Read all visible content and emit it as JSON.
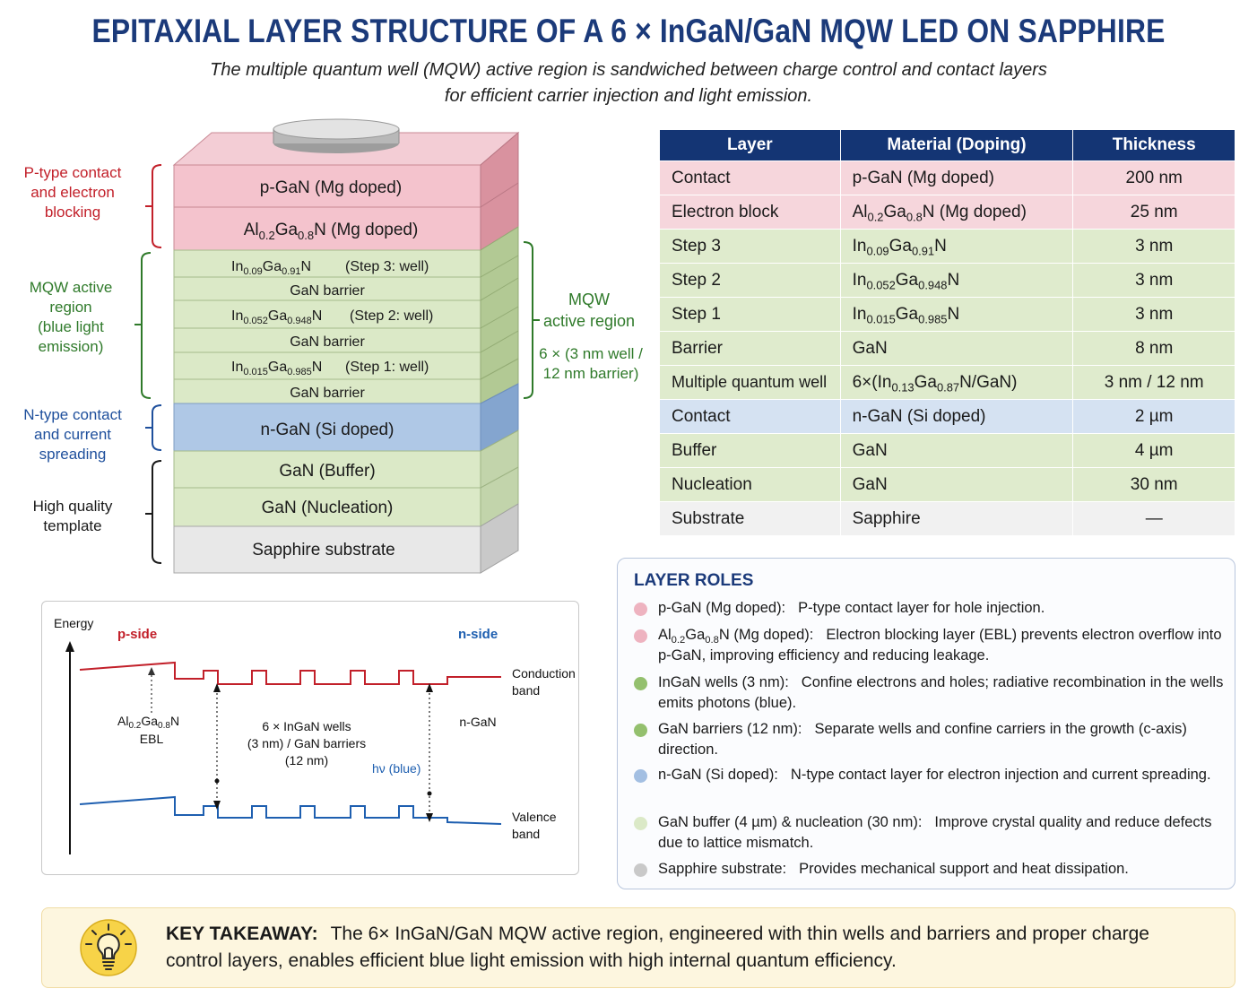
{
  "title": "EPITAXIAL LAYER STRUCTURE OF A 6 × InGaN/GaN MQW LED ON SAPPHIRE",
  "subtitle_line1": "The multiple quantum well (MQW) active region is sandwiched between charge control and contact layers",
  "subtitle_line2": "for efficient carrier injection and light emission.",
  "colors": {
    "pink": "#f4c3cd",
    "green": "#dbe9c7",
    "blue": "#afc8e6",
    "gray": "#e8e8e8",
    "header_navy": "#143574",
    "title_navy": "#1b3a7a"
  },
  "stack": {
    "layers": [
      {
        "key": "pgan",
        "label": "p-GaN (Mg doped)"
      },
      {
        "key": "algan",
        "pre": "Al",
        "s1": "0.2",
        "mid": "Ga",
        "s2": "0.8",
        "post": "N (Mg doped)"
      },
      {
        "key": "w3",
        "pre": "In",
        "s1": "0.09",
        "mid": "Ga",
        "s2": "0.91",
        "post": "N",
        "note": "(Step 3: well)"
      },
      {
        "key": "b3",
        "label": "GaN barrier"
      },
      {
        "key": "w2",
        "pre": "In",
        "s1": "0.052",
        "mid": "Ga",
        "s2": "0.948",
        "post": "N",
        "note": "(Step 2: well)"
      },
      {
        "key": "b2",
        "label": "GaN barrier"
      },
      {
        "key": "w1",
        "pre": "In",
        "s1": "0.015",
        "mid": "Ga",
        "s2": "0.985",
        "post": "N",
        "note": "(Step 1: well)"
      },
      {
        "key": "b1",
        "label": "GaN barrier"
      },
      {
        "key": "ngan",
        "label": "n-GaN (Si doped)"
      },
      {
        "key": "buffer",
        "label": "GaN (Buffer)"
      },
      {
        "key": "nucleation",
        "label": "GaN (Nucleation)"
      },
      {
        "key": "sapphire",
        "label": "Sapphire substrate"
      }
    ],
    "left_labels": {
      "ptype": "P-type contact\nand electron\nblocking",
      "mqw": "MQW active\nregion\n(blue light\nemission)",
      "ntype": "N-type contact\nand current\nspreading",
      "template": "High quality\ntemplate"
    },
    "right_label_title": "MQW\nactive region",
    "right_label_detail": "6 × (3 nm well /\n12 nm barrier)"
  },
  "table": {
    "headers": [
      "Layer",
      "Material (Doping)",
      "Thickness"
    ],
    "rows": [
      {
        "tone": "pink",
        "layer": "Contact",
        "material": "p-GaN (Mg doped)",
        "thickness": "200 nm"
      },
      {
        "tone": "pink",
        "layer": "Electron block",
        "m_pre": "Al",
        "m_s1": "0.2",
        "m_mid": "Ga",
        "m_s2": "0.8",
        "m_post": "N (Mg doped)",
        "thickness": "25 nm"
      },
      {
        "tone": "green",
        "layer": "Step 3",
        "m_pre": "In",
        "m_s1": "0.09",
        "m_mid": "Ga",
        "m_s2": "0.91",
        "m_post": "N",
        "thickness": "3 nm"
      },
      {
        "tone": "green",
        "layer": "Step 2",
        "m_pre": "In",
        "m_s1": "0.052",
        "m_mid": "Ga",
        "m_s2": "0.948",
        "m_post": "N",
        "thickness": "3 nm"
      },
      {
        "tone": "green",
        "layer": "Step 1",
        "m_pre": "In",
        "m_s1": "0.015",
        "m_mid": "Ga",
        "m_s2": "0.985",
        "m_post": "N",
        "thickness": "3 nm"
      },
      {
        "tone": "green",
        "layer": "Barrier",
        "material": "GaN",
        "thickness": "8 nm"
      },
      {
        "tone": "green",
        "layer": "Multiple quantum well",
        "m_pre": "6×(In",
        "m_s1": "0.13",
        "m_mid": "Ga",
        "m_s2": "0.87",
        "m_post": "N/GaN)",
        "thickness": "3 nm / 12 nm"
      },
      {
        "tone": "blue",
        "layer": "Contact",
        "material": "n-GaN (Si doped)",
        "thickness": "2 µm"
      },
      {
        "tone": "green",
        "layer": "Buffer",
        "material": "GaN",
        "thickness": "4 µm"
      },
      {
        "tone": "green",
        "layer": "Nucleation",
        "material": "GaN",
        "thickness": "30 nm"
      },
      {
        "tone": "gray",
        "layer": "Substrate",
        "material": "Sapphire",
        "thickness": "—"
      }
    ]
  },
  "roles": {
    "title": "LAYER ROLES",
    "items": [
      {
        "dot": "#eeb3c0",
        "term": "p-GaN (Mg doped):",
        "desc": "P-type contact layer for hole injection."
      },
      {
        "dot": "#eeb3c0",
        "t_pre": "Al",
        "t_s1": "0.2",
        "t_mid": "Ga",
        "t_s2": "0.8",
        "t_post": "N (Mg doped):",
        "desc": "Electron blocking layer (EBL) prevents electron overflow into p-GaN, improving efficiency and reducing leakage."
      },
      {
        "dot": "#94c06e",
        "term": "InGaN wells (3 nm):",
        "desc": "Confine electrons and holes; radiative recombination in the wells emits photons (blue)."
      },
      {
        "dot": "#94c06e",
        "term": "GaN barriers (12 nm):",
        "desc": "Separate wells and confine carriers in the growth (c-axis) direction."
      },
      {
        "dot": "#a3bfe2",
        "term": "n-GaN (Si doped):",
        "desc": "N-type contact layer for electron injection and current spreading."
      },
      {
        "dot": "#dbe9c7",
        "term": "GaN buffer (4 µm) & nucleation (30 nm):",
        "desc": "Improve crystal quality and reduce defects due to lattice mismatch."
      },
      {
        "dot": "#c9c9c9",
        "term": "Sapphire substrate:",
        "desc": "Provides mechanical support and heat dissipation."
      }
    ]
  },
  "band": {
    "energy": "Energy",
    "p_side": "p-side",
    "n_side": "n-side",
    "conduction1": "Conduction",
    "conduction2": "band",
    "valence1": "Valence",
    "valence2": "band",
    "ebl_pre": "Al",
    "ebl_s1": "0.2",
    "ebl_mid": "Ga",
    "ebl_s2": "0.8",
    "ebl_post": "N",
    "ebl_line2": "EBL",
    "wells1": "6 × InGaN wells",
    "wells2": "(3 nm) / GaN barriers",
    "wells3": "(12 nm)",
    "ngan": "n-GaN",
    "hv": "hν (blue)",
    "red": "#c2202a",
    "blue_line": "#1e5fb0"
  },
  "takeaway": {
    "label": "KEY TAKEAWAY:",
    "text": "The 6× InGaN/GaN MQW active region, engineered with thin wells and barriers and proper charge control layers, enables efficient blue light emission with high internal quantum efficiency."
  }
}
